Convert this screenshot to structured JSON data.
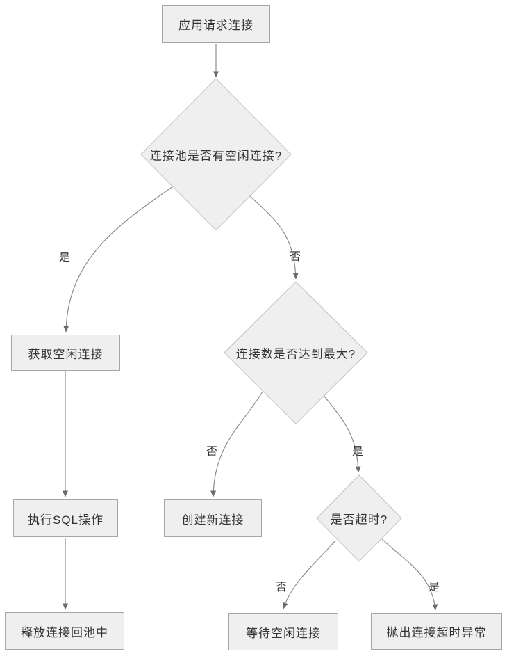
{
  "diagram": {
    "type": "flowchart",
    "subject": "database-connection-pool-flow",
    "colors": {
      "background": "#ffffff",
      "node_fill": "#efefef",
      "node_border": "#a6a6a6",
      "diamond_border": "#c6c6c6",
      "edge_stroke": "#8b8b8b",
      "arrowhead": "#6b6b6b",
      "text": "#333333"
    },
    "nodes": {
      "start": {
        "type": "process",
        "label": "应用请求连接"
      },
      "has_idle": {
        "type": "decision",
        "label": "连接池是否有空闲连接?"
      },
      "get_idle": {
        "type": "process",
        "label": "获取空闲连接"
      },
      "exec_sql": {
        "type": "process",
        "label": "执行SQL操作"
      },
      "release": {
        "type": "process",
        "label": "释放连接回池中"
      },
      "max_reached": {
        "type": "decision",
        "label": "连接数是否达到最大?"
      },
      "create_new": {
        "type": "process",
        "label": "创建新连接"
      },
      "timeout_q": {
        "type": "decision",
        "label": "是否超时?"
      },
      "wait_idle": {
        "type": "process",
        "label": "等待空闲连接"
      },
      "throw_ex": {
        "type": "process",
        "label": "抛出连接超时异常"
      }
    },
    "edges": [
      {
        "from": "start",
        "to": "has_idle",
        "label": ""
      },
      {
        "from": "has_idle",
        "to": "get_idle",
        "label": "是"
      },
      {
        "from": "has_idle",
        "to": "max_reached",
        "label": "否"
      },
      {
        "from": "get_idle",
        "to": "exec_sql",
        "label": ""
      },
      {
        "from": "exec_sql",
        "to": "release",
        "label": ""
      },
      {
        "from": "max_reached",
        "to": "create_new",
        "label": "否"
      },
      {
        "from": "max_reached",
        "to": "timeout_q",
        "label": "是"
      },
      {
        "from": "timeout_q",
        "to": "wait_idle",
        "label": "否"
      },
      {
        "from": "timeout_q",
        "to": "throw_ex",
        "label": "是"
      }
    ]
  }
}
